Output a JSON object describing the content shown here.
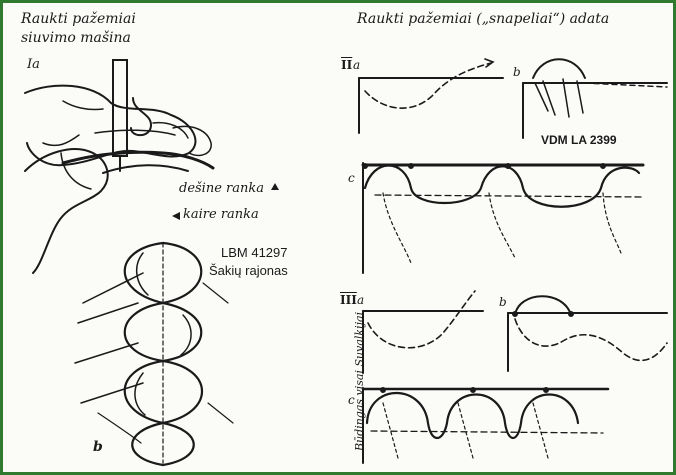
{
  "left": {
    "title_line1": "Raukti pažemiai",
    "title_line2": "siuvimo mašina",
    "label_Ia": "Ia",
    "label_b": "b",
    "legend_right": "dešine ranka",
    "legend_left": "kaire ranka",
    "museum_code": "LBM 41297",
    "district": "Šakių rajonas"
  },
  "right": {
    "title": "Raukti pažemiai („snapeliai“) adata",
    "section_II": "II",
    "section_III": "III",
    "label_a1": "a",
    "label_b1": "b",
    "label_c1": "c",
    "label_a2": "a",
    "label_b2": "b",
    "label_c2": "c",
    "museum_code": "VDM LA 2399",
    "vertical_note": "Būdingas visai Suvalkijai"
  },
  "colors": {
    "border": "#2f7a2f",
    "ink": "#1a1a1a",
    "paper": "#fbfbf8"
  }
}
